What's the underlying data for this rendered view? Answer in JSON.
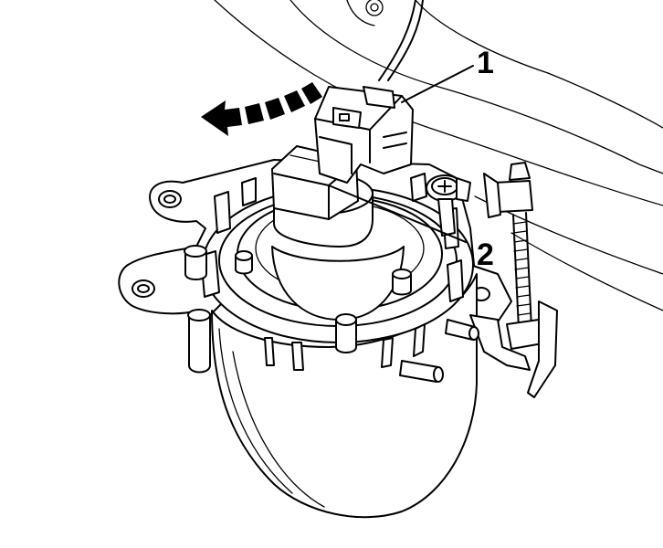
{
  "callouts": [
    {
      "id": "1",
      "label": "1"
    },
    {
      "id": "2",
      "label": "2"
    }
  ],
  "colors": {
    "ink": "#000000",
    "paper": "#ffffff"
  },
  "icons": {
    "direction_arrow": "curved-arrow-left-icon"
  }
}
